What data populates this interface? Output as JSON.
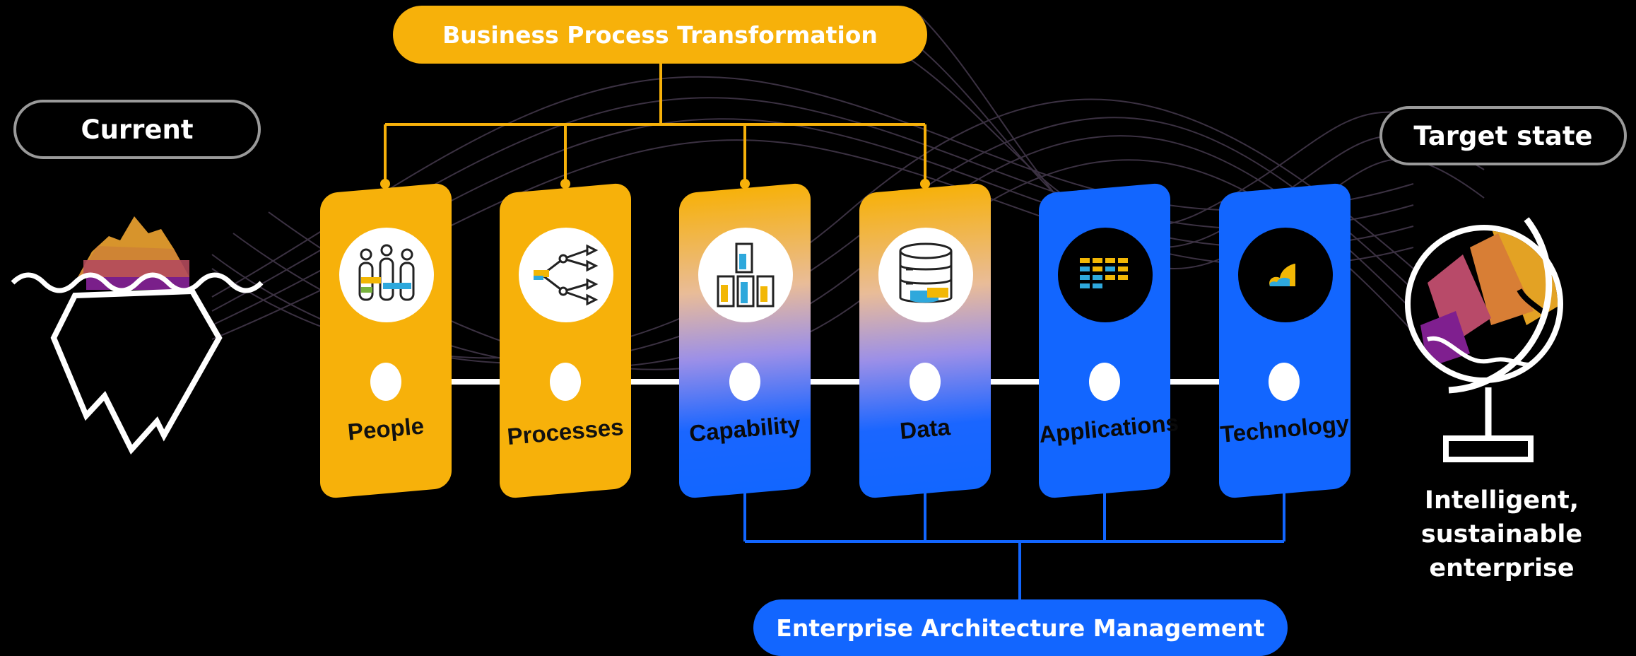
{
  "top_banner": {
    "label": "Business Process Transformation",
    "color": "#f7b10a"
  },
  "bottom_banner": {
    "label": "Enterprise Architecture Management",
    "color": "#1266ff"
  },
  "current": {
    "label": "Current",
    "icon": "iceberg-icon"
  },
  "target": {
    "label": "Target state",
    "icon": "globe-icon",
    "caption": "Intelligent, sustainable enterprise"
  },
  "pillars": [
    {
      "label": "People",
      "icon": "people-icon",
      "style": "orange"
    },
    {
      "label": "Processes",
      "icon": "process-tree-icon",
      "style": "orange"
    },
    {
      "label": "Capability",
      "icon": "capability-blocks-icon",
      "style": "gradient"
    },
    {
      "label": "Data",
      "icon": "database-icon",
      "style": "gradient"
    },
    {
      "label": "Applications",
      "icon": "applications-grid-icon",
      "style": "blue"
    },
    {
      "label": "Technology",
      "icon": "cloud-icon",
      "style": "blue"
    }
  ],
  "colors": {
    "orange": "#f7b10a",
    "blue": "#1266ff",
    "background": "#000000"
  }
}
